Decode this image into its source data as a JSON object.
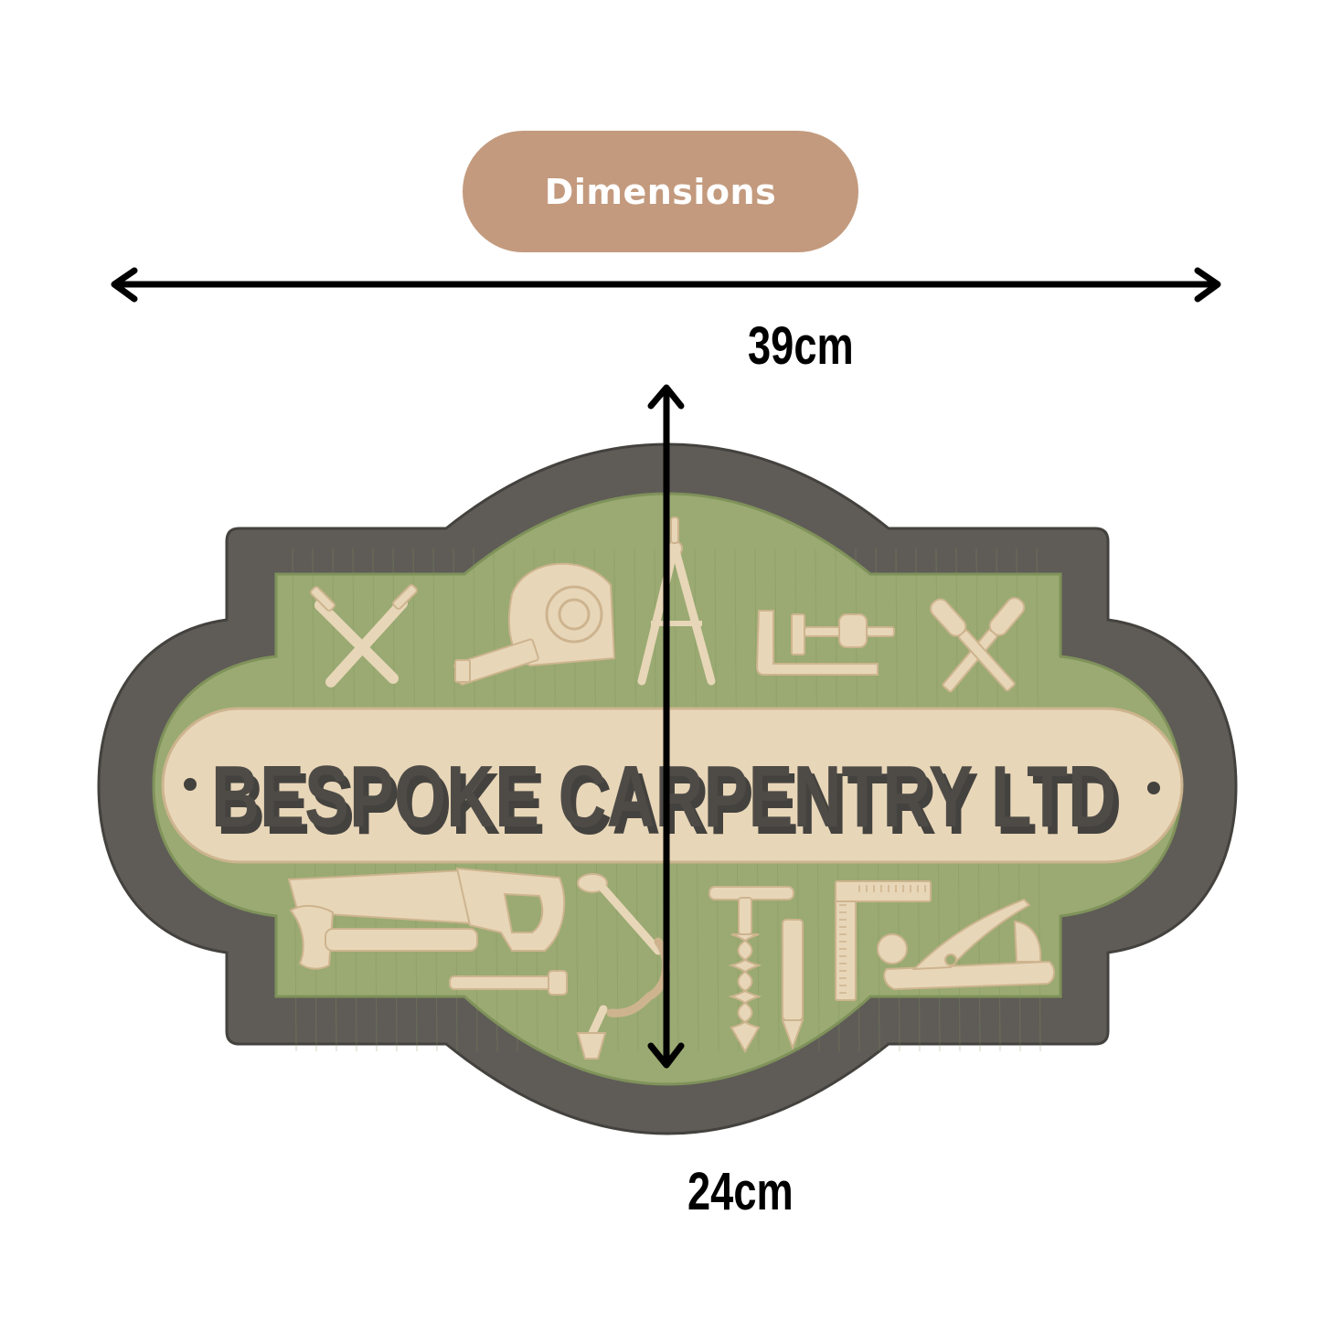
{
  "badge": {
    "label": "Dimensions"
  },
  "dimensions": {
    "width_label": "39cm",
    "height_label": "24cm"
  },
  "sign": {
    "text": "BESPOKE CARPENTRY LTD"
  },
  "colors": {
    "badge_bg": "#c39a7e",
    "frame": "#5f5c57",
    "frame_edge": "#44423e",
    "green_panel": "#9aaa72",
    "green_dark": "#7f925a",
    "wood": "#e8d6b8",
    "wood_dark": "#cdb48f",
    "lettering": "#4e4b47",
    "arrow": "#000000"
  },
  "icons": [
    "crossed-nails-icon",
    "tape-measure-icon",
    "compass-icon",
    "clamp-icon",
    "crossed-chisels-icon",
    "saw-icon",
    "hammer-icon",
    "hand-drill-icon",
    "auger-bit-icon",
    "pencil-icon",
    "square-ruler-icon",
    "hand-plane-icon"
  ]
}
